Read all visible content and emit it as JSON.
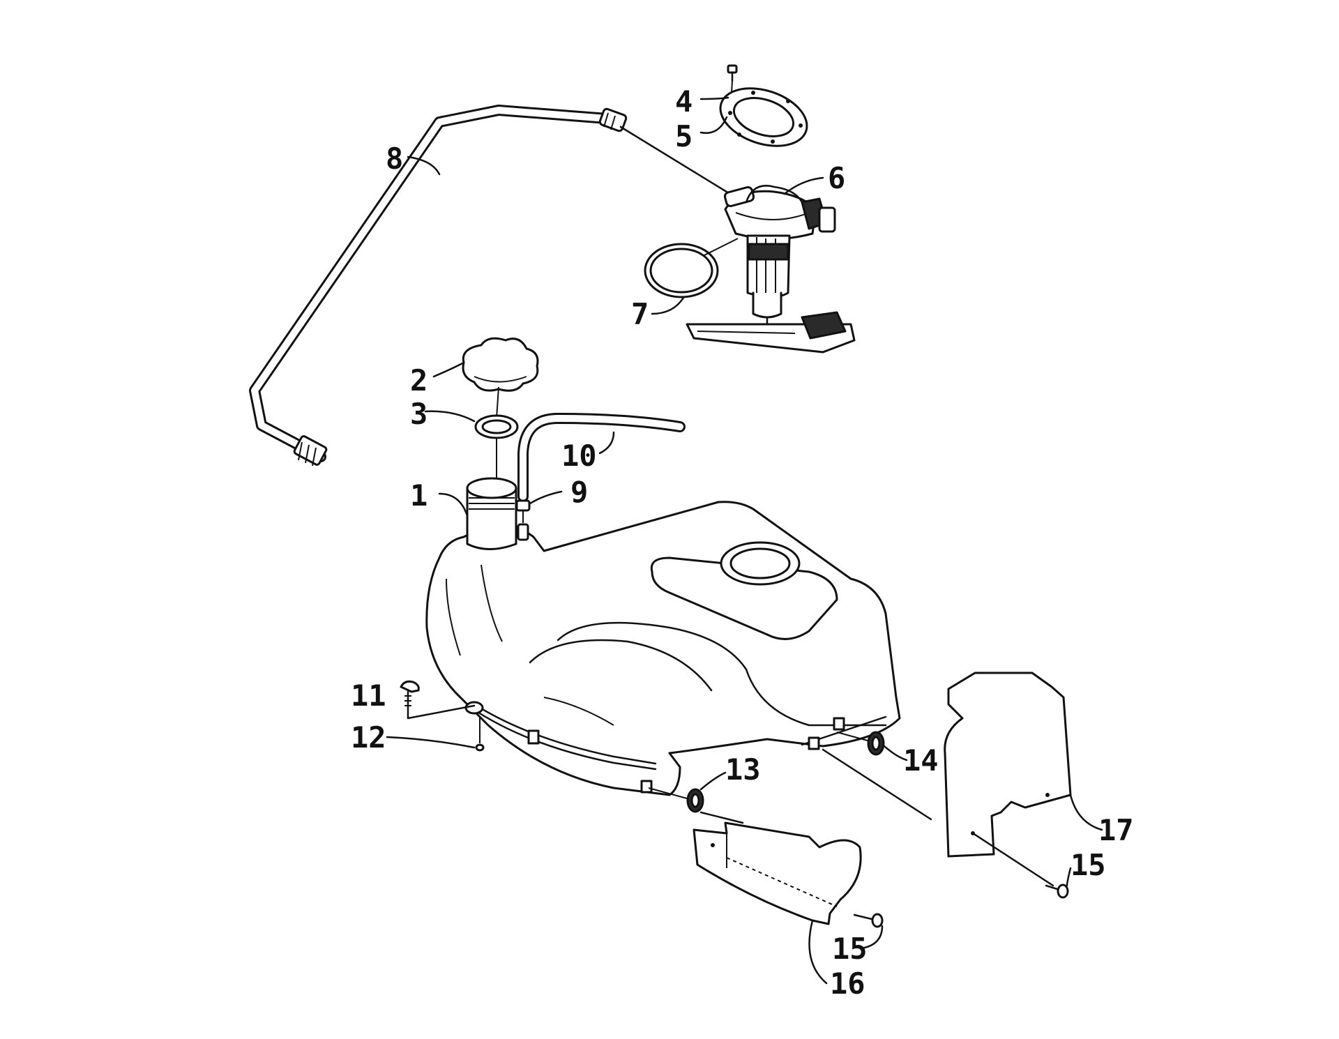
{
  "callouts": {
    "c1": "1",
    "c2": "2",
    "c3": "3",
    "c4": "4",
    "c5": "5",
    "c6": "6",
    "c7": "7",
    "c8": "8",
    "c9": "9",
    "c10": "10",
    "c11": "11",
    "c12": "12",
    "c13": "13",
    "c14": "14",
    "c15a": "15",
    "c15b": "15",
    "c16": "16",
    "c17": "17"
  }
}
